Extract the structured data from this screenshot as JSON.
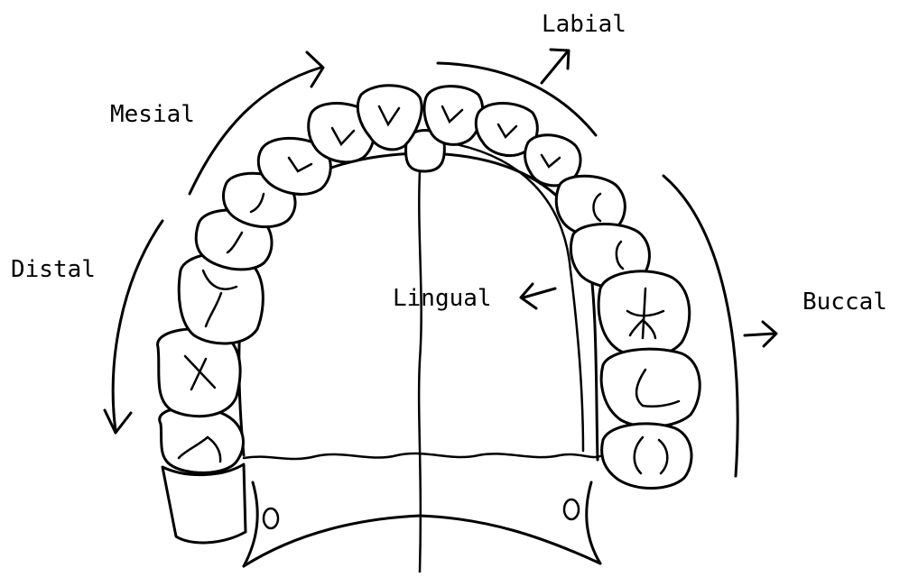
{
  "diagram": {
    "labels": {
      "labial": "Labial",
      "mesial": "Mesial",
      "distal": "Distal",
      "lingual": "Lingual",
      "buccal": "Buccal"
    },
    "icons": [
      "right-arrow-icon",
      "left-arrow-icon",
      "up-right-arrow-icon",
      "curved-arrow-icon"
    ]
  }
}
